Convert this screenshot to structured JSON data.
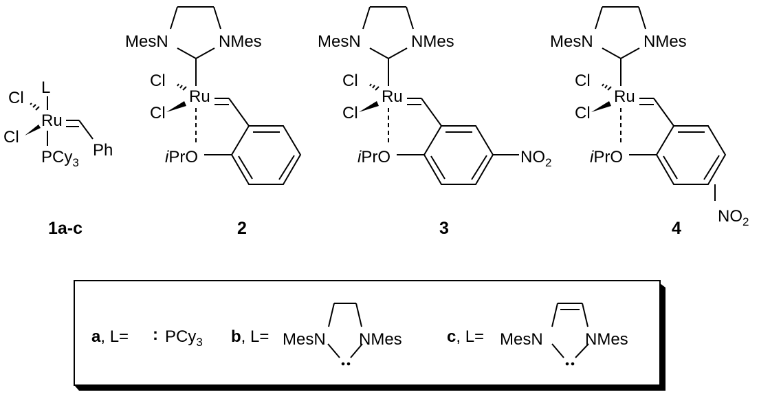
{
  "compounds": [
    {
      "label": "1a-c",
      "ligand": "L",
      "chloride": "Cl",
      "metal": "Ru",
      "phosphine": "PCy",
      "phosphine_sub": "3",
      "aryl": "Ph"
    },
    {
      "label": "2",
      "n_left": "MesN",
      "n_right": "NMes",
      "chloride": "Cl",
      "metal": "Ru",
      "ether_prefix": "i",
      "ether": "PrO"
    },
    {
      "label": "3",
      "n_left": "MesN",
      "n_right": "NMes",
      "chloride": "Cl",
      "metal": "Ru",
      "ether_prefix": "i",
      "ether": "PrO",
      "substituent": "NO",
      "substituent_sub": "2"
    },
    {
      "label": "4",
      "n_left": "MesN",
      "n_right": "NMes",
      "chloride": "Cl",
      "metal": "Ru",
      "ether_prefix": "i",
      "ether": "PrO",
      "substituent": "NO",
      "substituent_sub": "2"
    }
  ],
  "legend": {
    "a": {
      "key": "a",
      "eq": ", L=",
      "colon": ":",
      "ligand": "PCy",
      "ligand_sub": "3"
    },
    "b": {
      "key": "b",
      "eq": ", L=",
      "n_left": "MesN",
      "n_right": "NMes"
    },
    "c": {
      "key": "c",
      "eq": ", L=",
      "n_left": "MesN",
      "n_right": "NMes"
    }
  }
}
